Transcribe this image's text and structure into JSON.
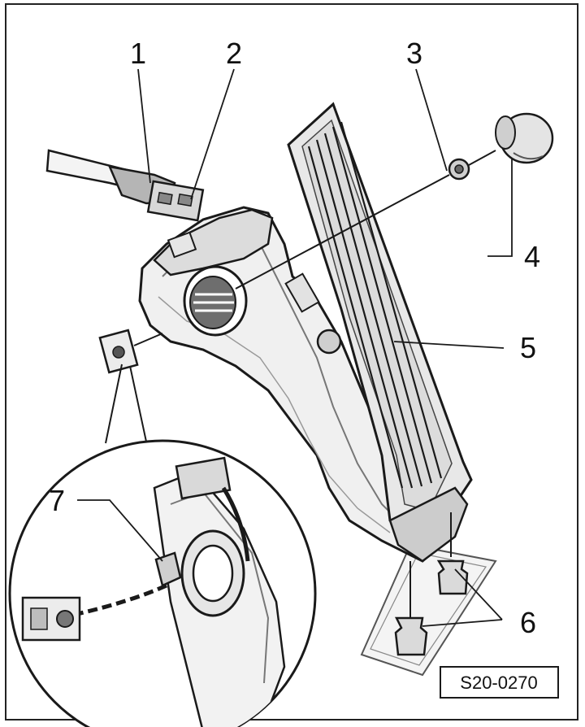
{
  "diagram": {
    "callouts": [
      {
        "id": "1",
        "label": "1"
      },
      {
        "id": "2",
        "label": "2"
      },
      {
        "id": "3",
        "label": "3"
      },
      {
        "id": "4",
        "label": "4"
      },
      {
        "id": "5",
        "label": "5"
      },
      {
        "id": "6",
        "label": "6"
      },
      {
        "id": "7",
        "label": "7"
      }
    ],
    "reference_code": "S20-0270",
    "colors": {
      "line": "#1a1a1a",
      "fill_light": "#f2f2f2",
      "fill_mid": "#d9d9d9",
      "fill_dark": "#8c8c8c"
    }
  }
}
